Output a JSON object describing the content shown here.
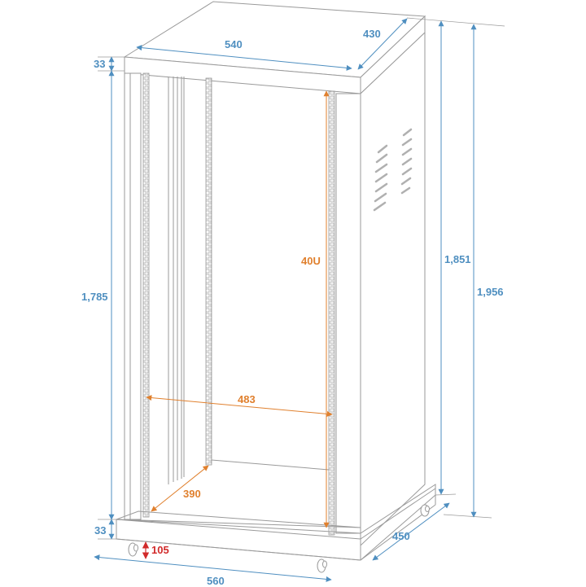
{
  "diagram": {
    "subject": "40U 19-inch rack cabinet on castors, isometric dimension drawing",
    "colors": {
      "outline": "#9a9a9a",
      "dimension_blue": "#4f8fc0",
      "dimension_orange": "#e0802e",
      "dimension_red": "#d12a2a",
      "background": "#ffffff"
    },
    "dimensions": {
      "top_width": "540",
      "top_depth": "430",
      "top_panel_height": "33",
      "inner_height": "1,785",
      "body_height": "1,851",
      "total_height": "1,956",
      "rack_units": "40U",
      "rail_width": "483",
      "rail_depth": "390",
      "base_height": "33",
      "castor_height": "105",
      "base_width": "560",
      "base_depth": "450"
    }
  }
}
